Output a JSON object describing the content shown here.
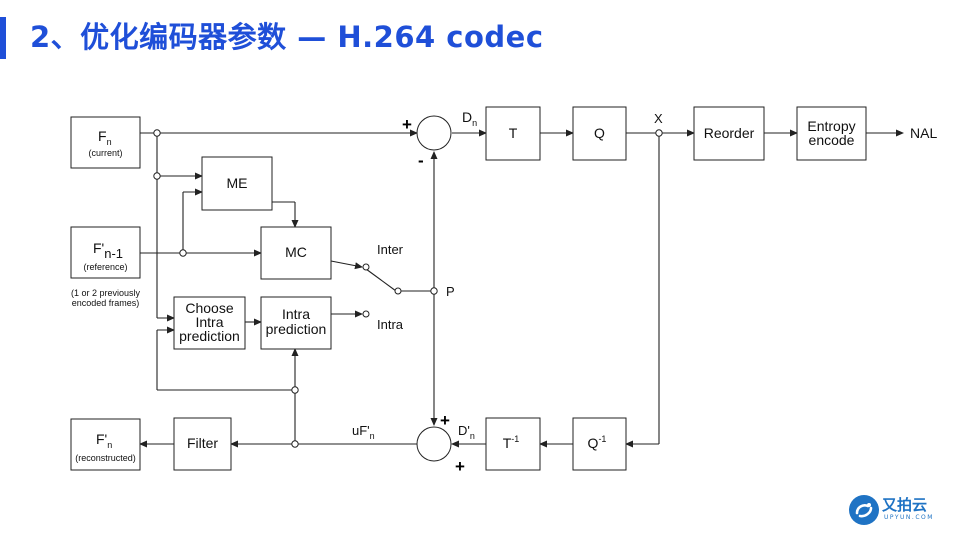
{
  "slide": {
    "title": "2、优化编码器参数 — H.264 codec",
    "accent_color": "#1f4fd8"
  },
  "diagram": {
    "inputs": {
      "current": {
        "main": "F",
        "sub": "n",
        "note": "(current)"
      },
      "reference": {
        "main": "F'",
        "sub": "n-1",
        "note": "(reference)"
      },
      "reference_note_1": "(1 or 2 previously",
      "reference_note_2": "encoded frames)",
      "reconstructed": {
        "main": "F'",
        "sub": "n",
        "note": "(reconstructed)"
      }
    },
    "blocks": {
      "me": "ME",
      "mc": "MC",
      "choose_intra_1": "Choose",
      "choose_intra_2": "Intra",
      "choose_intra_3": "prediction",
      "intra_pred_1": "Intra",
      "intra_pred_2": "prediction",
      "transform": "T",
      "quant": "Q",
      "reorder": "Reorder",
      "entropy_1": "Entropy",
      "entropy_2": "encode",
      "inv_transform": {
        "main": "T",
        "sup": "-1"
      },
      "inv_quant": {
        "main": "Q",
        "sup": "-1"
      },
      "filter": "Filter"
    },
    "labels": {
      "dn": {
        "main": "D",
        "sub": "n"
      },
      "x": "X",
      "nal": "NAL",
      "inter": "Inter",
      "intra": "Intra",
      "p": "P",
      "ufn": {
        "main": "uF'",
        "sub": "n"
      },
      "dprime_n": {
        "main": "D'",
        "sub": "n"
      }
    },
    "signs": {
      "top_plus": "+",
      "top_minus": "-",
      "bottom_plus_top": "+",
      "bottom_plus_bottom": "+"
    }
  },
  "logo": {
    "text": "又拍云",
    "subtext": "UPYUN.COM",
    "color": "#1f73c4"
  }
}
